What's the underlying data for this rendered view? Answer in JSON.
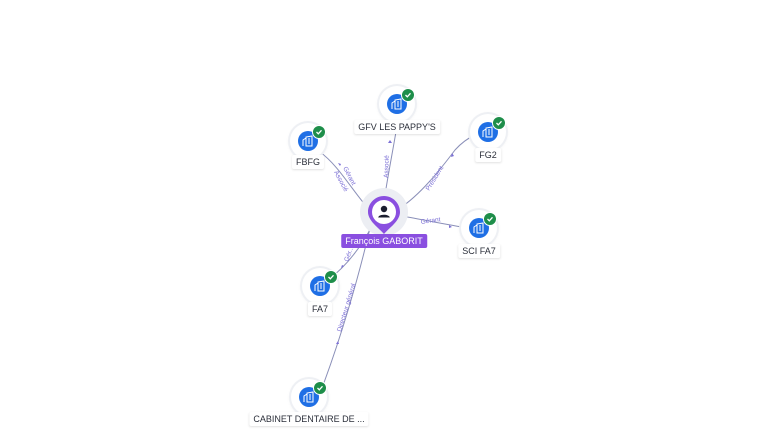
{
  "center": {
    "label": "François GABORIT",
    "icon": "person-icon"
  },
  "companies": [
    {
      "id": "fbfg",
      "label": "FBFG",
      "icon": "building-icon",
      "verified": true
    },
    {
      "id": "gfv",
      "label": "GFV LES PAPPY'S",
      "icon": "building-icon",
      "verified": true
    },
    {
      "id": "fg2",
      "label": "FG2",
      "icon": "building-icon",
      "verified": true
    },
    {
      "id": "scifa7",
      "label": "SCI FA7",
      "icon": "building-icon",
      "verified": true
    },
    {
      "id": "fa7",
      "label": "FA7",
      "icon": "building-icon",
      "verified": true
    },
    {
      "id": "cabinet",
      "label": "CABINET DENTAIRE DE ...",
      "icon": "building-icon",
      "verified": true
    }
  ],
  "edges": [
    {
      "to": "fbfg",
      "labels": [
        "Gérant",
        "Associé"
      ]
    },
    {
      "to": "gfv",
      "labels": [
        "Associé"
      ]
    },
    {
      "to": "fg2",
      "labels": [
        "Président"
      ]
    },
    {
      "to": "scifa7",
      "labels": [
        "Gérant"
      ]
    },
    {
      "to": "fa7",
      "labels": [
        "Gér..."
      ]
    },
    {
      "to": "cabinet",
      "labels": [
        "Directeur général"
      ]
    }
  ],
  "colors": {
    "accent": "#8a4fe0",
    "company": "#1f6fe5",
    "verified": "#1e8e4a",
    "edge": "#8a8fb8",
    "edge_label": "#7b6fd6"
  }
}
